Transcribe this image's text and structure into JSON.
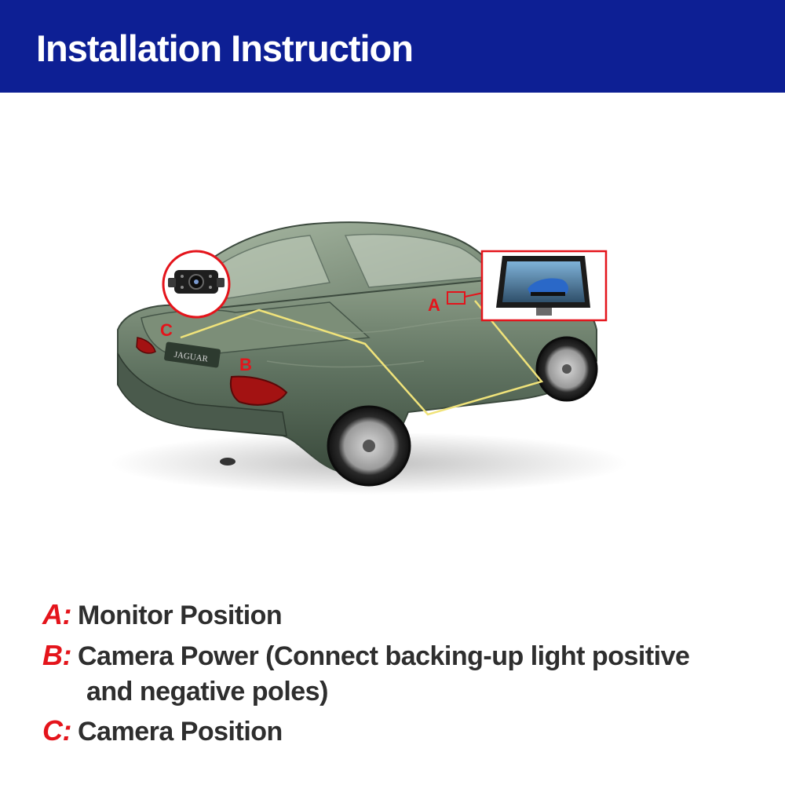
{
  "header": {
    "title": "Installation Instruction",
    "background": "#0d1f94"
  },
  "markers": {
    "a": "A",
    "b": "B",
    "c": "C",
    "color": "#e4141b"
  },
  "car_badge": "JAGUAR",
  "legend": {
    "a": {
      "key": "A:",
      "text": "Monitor Position"
    },
    "b": {
      "key": "B:",
      "text": "Camera Power (Connect backing-up light positive",
      "text2": "and negative poles)"
    },
    "c": {
      "key": "C:",
      "text": "Camera Position"
    }
  },
  "icons": [
    "rear-camera-icon",
    "monitor-icon",
    "car-illustration"
  ]
}
